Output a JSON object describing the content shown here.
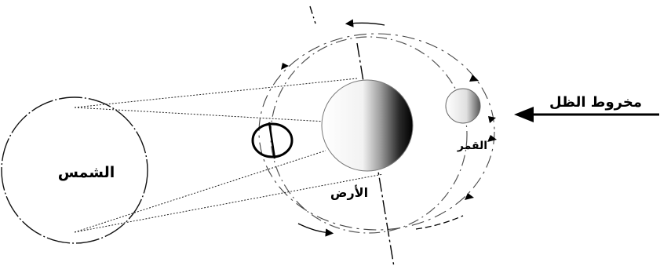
{
  "labels": {
    "sun": "الشمس",
    "earth": "الأرض",
    "moon": "القمر",
    "shadow_cone": "مخروط الظل"
  },
  "colors": {
    "ink": "#000000",
    "background": "#ffffff"
  }
}
